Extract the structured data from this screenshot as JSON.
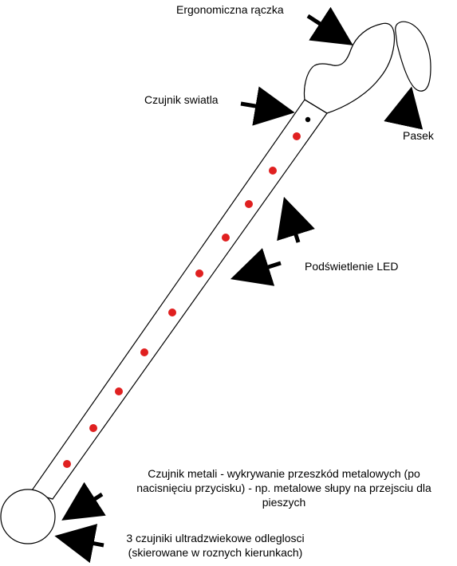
{
  "labels": {
    "handle": "Ergonomiczna rączka",
    "light_sensor": "Czujnik swiatla",
    "strap": "Pasek",
    "led": "Podświetlenie LED",
    "metal_sensor_line1": "Czujnik metali - wykrywanie przeszkód metalowych (po",
    "metal_sensor_line2": "nacisnięciu przycisku) - np. metalowe słupy  na przejsciu dla",
    "metal_sensor_line3": "pieszych",
    "ultrasonic_line1": "3 czujniki ultradzwiekowe odleglosci",
    "ultrasonic_line2": "(skierowane w roznych kierunkach)"
  },
  "colors": {
    "led": "#e02020",
    "outline": "#000000",
    "arrow": "#000000"
  },
  "led_count": 10
}
